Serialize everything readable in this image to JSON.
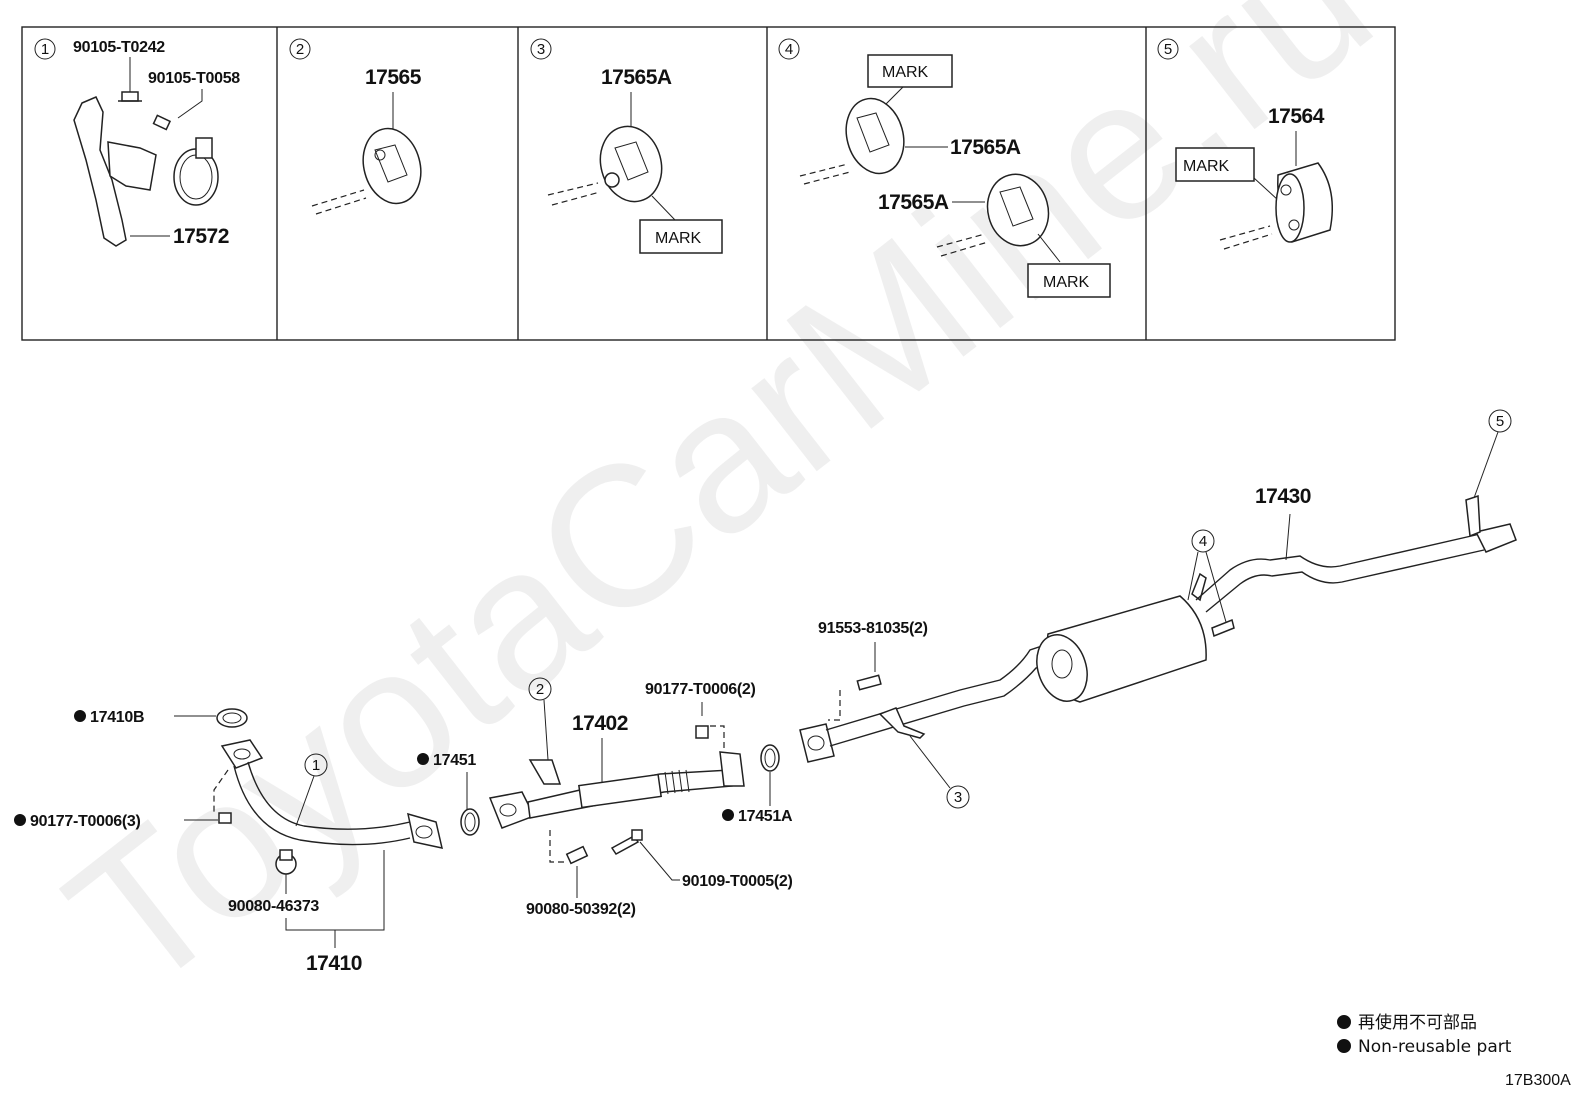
{
  "detail_panels": [
    {
      "num": "1",
      "parts": [
        "90105-T0242",
        "90105-T0058",
        "17572"
      ]
    },
    {
      "num": "2",
      "parts": [
        "17565"
      ]
    },
    {
      "num": "3",
      "parts": [
        "17565A"
      ],
      "mark": "MARK"
    },
    {
      "num": "4",
      "parts": [
        "17565A",
        "17565A"
      ],
      "marks": [
        "MARK",
        "MARK"
      ]
    },
    {
      "num": "5",
      "parts": [
        "17564"
      ],
      "mark": "MARK"
    }
  ],
  "callouts": [
    "1",
    "2",
    "3",
    "4",
    "5"
  ],
  "parts": {
    "p17410B": "17410B",
    "p90177_3": "90177-T0006(3)",
    "p90080_46373": "90080-46373",
    "p17410": "17410",
    "p17451": "17451",
    "p17402": "17402",
    "p90177_2": "90177-T0006(2)",
    "p17451A": "17451A",
    "p90080_50392": "90080-50392(2)",
    "p90109": "90109-T0005(2)",
    "p91553": "91553-81035(2)",
    "p17430": "17430"
  },
  "legend": {
    "jp": "再使用不可部品",
    "en": "Non-reusable part"
  },
  "diagram_code": "17B300A",
  "watermark": "ToyotaCarMine.ru"
}
